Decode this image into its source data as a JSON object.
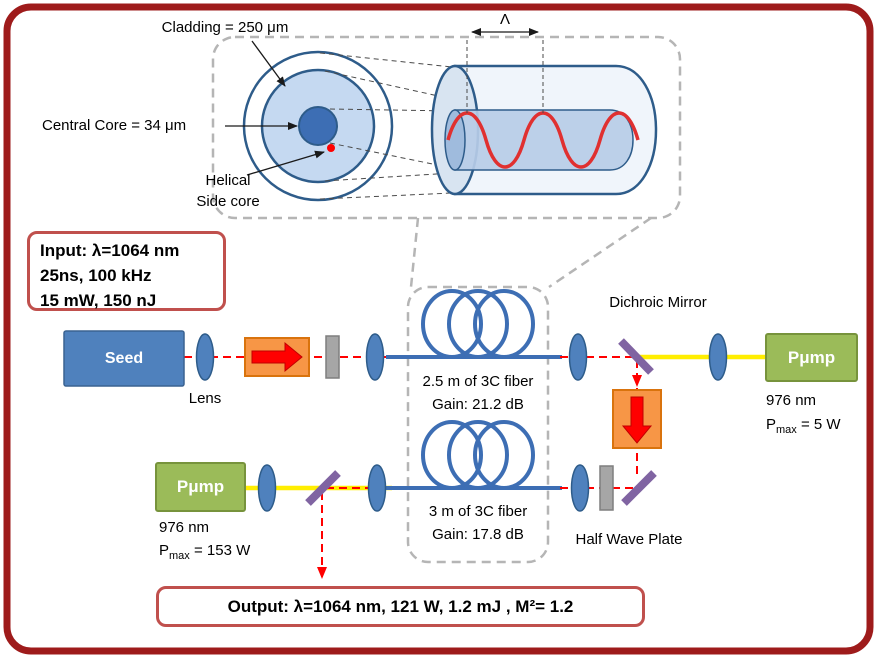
{
  "inset": {
    "cladding_label": "Cladding = 250 μm",
    "core_label": "Central Core = 34 μm",
    "helical_label": [
      "Helical",
      "Side core"
    ],
    "period_symbol": "Λ"
  },
  "input_box": {
    "line1": "Input: λ=1064 nm",
    "line2": "25ns, 100 kHz",
    "line3": "15 mW, 150 nJ"
  },
  "seed": {
    "label": "Seed"
  },
  "lens_label": "Lens",
  "stage1": {
    "fiber": "2.5 m of 3C fiber",
    "gain": "Gain: 21.2 dB"
  },
  "stage2": {
    "fiber": "3 m of 3C fiber",
    "gain": "Gain: 17.8 dB"
  },
  "dichroic_mirror_label": "Dichroic Mirror",
  "half_wave_plate_label": "Half Wave Plate",
  "pump1": {
    "label": "Pμmp",
    "wavelength": "976 nm",
    "pmax_prefix": "P",
    "pmax_sub": "max",
    "pmax_value": " = 5 W"
  },
  "pump2": {
    "label": "Pμmp",
    "wavelength": "976 nm",
    "pmax_prefix": "P",
    "pmax_sub": "max",
    "pmax_value": " = 153 W"
  },
  "output_box": {
    "text": "Output:  λ=1064 nm, 121 W, 1.2 mJ , M²= 1.2"
  },
  "colors": {
    "frame_border": "#9E1B1B",
    "callout_box_border": "#C0504D",
    "component_blue": "#4F81BD",
    "fiber_blue": "#3D6EB4",
    "inner_cladding_light_blue": "#C5D9F1",
    "pump_green": "#9BBB59",
    "isolator_orange": "#F79646",
    "mirror_purple": "#8064A2",
    "pump_beam_yellow": "#FFEE00",
    "signal_beam_red": "#FF0000",
    "waveplate_gray": "#A6A6A6"
  }
}
